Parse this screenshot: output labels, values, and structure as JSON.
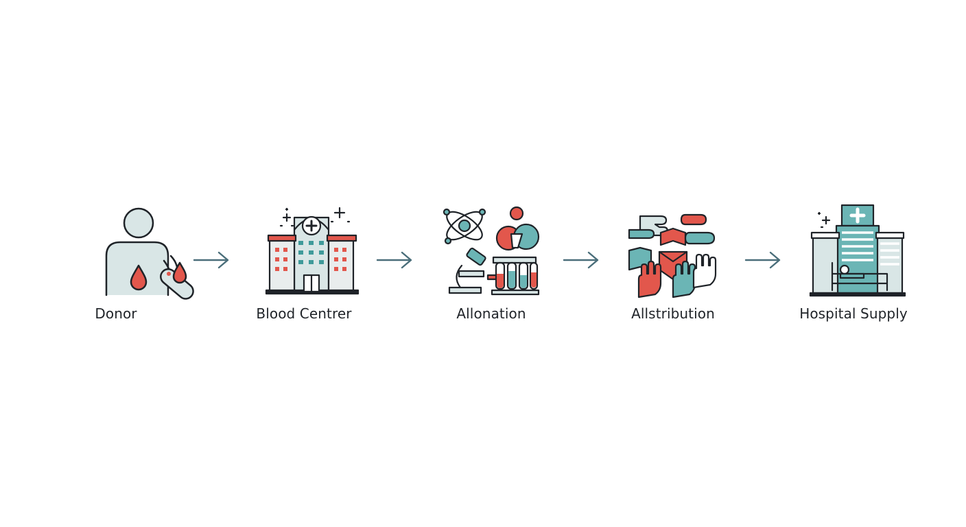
{
  "diagram": {
    "steps": [
      {
        "label": "Donor",
        "icon": "donor-icon"
      },
      {
        "label": "Blood Centrer",
        "icon": "blood-center-building-icon"
      },
      {
        "label": "Allonation",
        "icon": "lab-allocation-icon"
      },
      {
        "label": "Allstribution",
        "icon": "distribution-hands-icon"
      },
      {
        "label": "Hospital Supply",
        "icon": "hospital-icon"
      }
    ],
    "connector_icon": "arrow-right-icon"
  },
  "colors": {
    "outline": "#1f2328",
    "red": "#e2574c",
    "teal": "#6bb5b5",
    "light": "#d9e6e6",
    "arrow": "#4a6e7a"
  }
}
